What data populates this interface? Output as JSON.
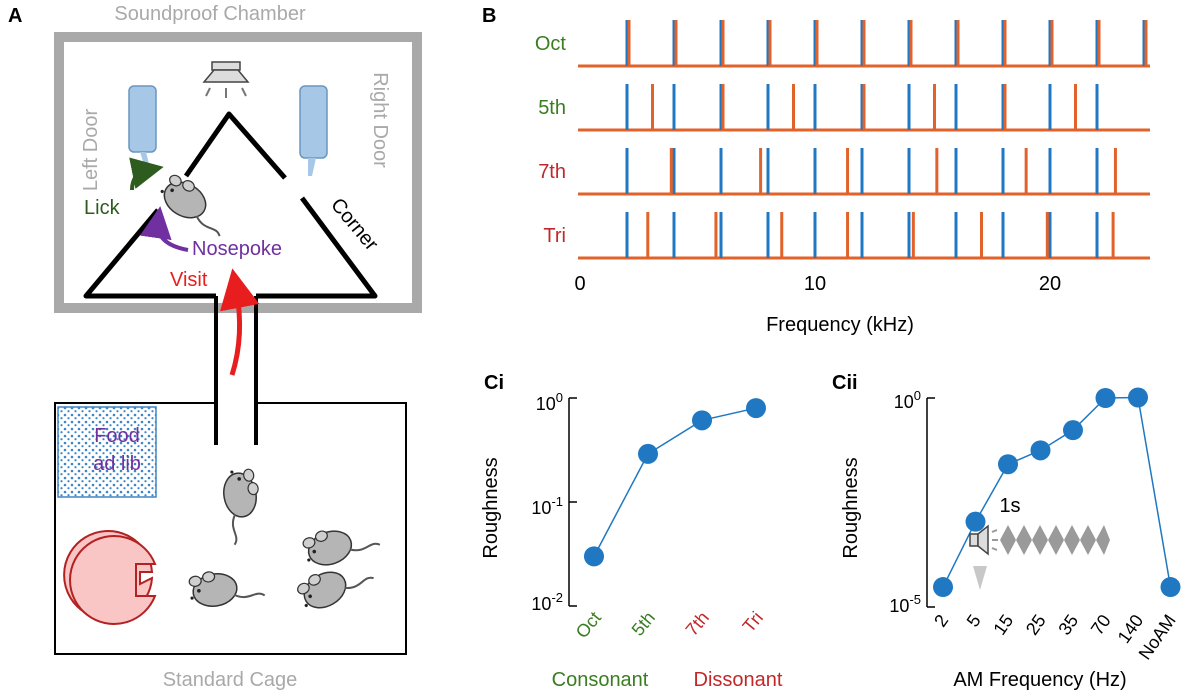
{
  "colors": {
    "blue": "#1f78c1",
    "orange": "#e2622b",
    "green": "#3a7d22",
    "red": "#c0282a",
    "purple": "#7030a0",
    "gray": "#a9a9a9",
    "darkgreen": "#2e5b1e",
    "nosered": "#e81e1e"
  },
  "panelA": {
    "letter": "A",
    "chamber_label": "Soundproof Chamber",
    "left_door": "Left Door",
    "right_door": "Right Door",
    "lick": "Lick",
    "nosepoke": "Nosepoke",
    "corner": "Corner",
    "visit": "Visit",
    "food_line1": "Food",
    "food_line2": "ad lib",
    "cage_label": "Standard Cage"
  },
  "panelB": {
    "letter": "B",
    "xlabel": "Frequency (kHz)",
    "xticks": [
      "0",
      "10",
      "20"
    ],
    "row_labels": [
      "Oct",
      "5th",
      "7th",
      "Tri"
    ]
  },
  "panelCi": {
    "letter": "Ci",
    "ylabel": "Roughness",
    "yticks": [
      {
        "base": "10",
        "exp": "0"
      },
      {
        "base": "10",
        "exp": "-1"
      },
      {
        "base": "10",
        "exp": "-2"
      }
    ],
    "xticks": [
      "Oct",
      "5th",
      "7th",
      "Tri"
    ],
    "group_consonant": "Consonant",
    "group_dissonant": "Dissonant"
  },
  "panelCii": {
    "letter": "Cii",
    "ylabel": "Roughness",
    "yticks": [
      {
        "base": "10",
        "exp": "0"
      },
      {
        "base": "10",
        "exp": "-5"
      }
    ],
    "xticks": [
      "2",
      "5",
      "15",
      "25",
      "35",
      "70",
      "140",
      "NoAM"
    ],
    "xlabel": "AM Frequency (Hz)",
    "inset_label": "1s"
  },
  "chart_data": [
    {
      "type": "line",
      "title": "",
      "xlabel": "Frequency (kHz)",
      "ylabel": "",
      "xlim": [
        0,
        24
      ],
      "series": [
        {
          "name": "Oct",
          "blue_x": [
            2.0,
            4.0,
            6.0,
            8.0,
            10.0,
            12.0,
            14.0,
            16.0,
            18.0,
            20.0,
            22.0,
            24.0
          ],
          "orange_x": [
            2.0,
            4.0,
            6.0,
            8.0,
            10.0,
            12.0,
            14.0,
            16.0,
            18.0,
            20.0,
            22.0,
            24.0
          ]
        },
        {
          "name": "5th",
          "blue_x": [
            2.0,
            4.0,
            6.0,
            8.0,
            10.0,
            12.0,
            14.0,
            16.0,
            18.0,
            20.0,
            22.0
          ],
          "orange_x": [
            3.0,
            6.0,
            9.0,
            12.0,
            15.0,
            18.0,
            21.0
          ]
        },
        {
          "name": "7th",
          "blue_x": [
            2.0,
            4.0,
            6.0,
            8.0,
            10.0,
            12.0,
            14.0,
            16.0,
            18.0,
            20.0,
            22.0
          ],
          "orange_x": [
            3.8,
            7.6,
            11.3,
            15.1,
            18.9,
            22.7
          ]
        },
        {
          "name": "Tri",
          "blue_x": [
            2.0,
            4.0,
            6.0,
            8.0,
            10.0,
            12.0,
            14.0,
            16.0,
            18.0,
            20.0,
            22.0
          ],
          "orange_x": [
            2.8,
            5.7,
            8.5,
            11.3,
            14.1,
            17.0,
            19.8,
            22.6
          ]
        }
      ]
    },
    {
      "type": "line",
      "title": "",
      "xlabel": "",
      "ylabel": "Roughness",
      "yscale": "log",
      "ylim": [
        0.01,
        1
      ],
      "categories": [
        "Oct",
        "5th",
        "7th",
        "Tri"
      ],
      "values": [
        0.03,
        0.29,
        0.61,
        0.8
      ]
    },
    {
      "type": "line",
      "title": "",
      "xlabel": "AM Frequency (Hz)",
      "ylabel": "Roughness",
      "yscale": "log",
      "ylim": [
        1e-05,
        1
      ],
      "categories": [
        "2",
        "5",
        "15",
        "25",
        "35",
        "70",
        "140",
        "NoAM"
      ],
      "values": [
        3e-05,
        0.0011,
        0.026,
        0.056,
        0.17,
        1.0,
        1.03,
        3e-05
      ]
    }
  ]
}
